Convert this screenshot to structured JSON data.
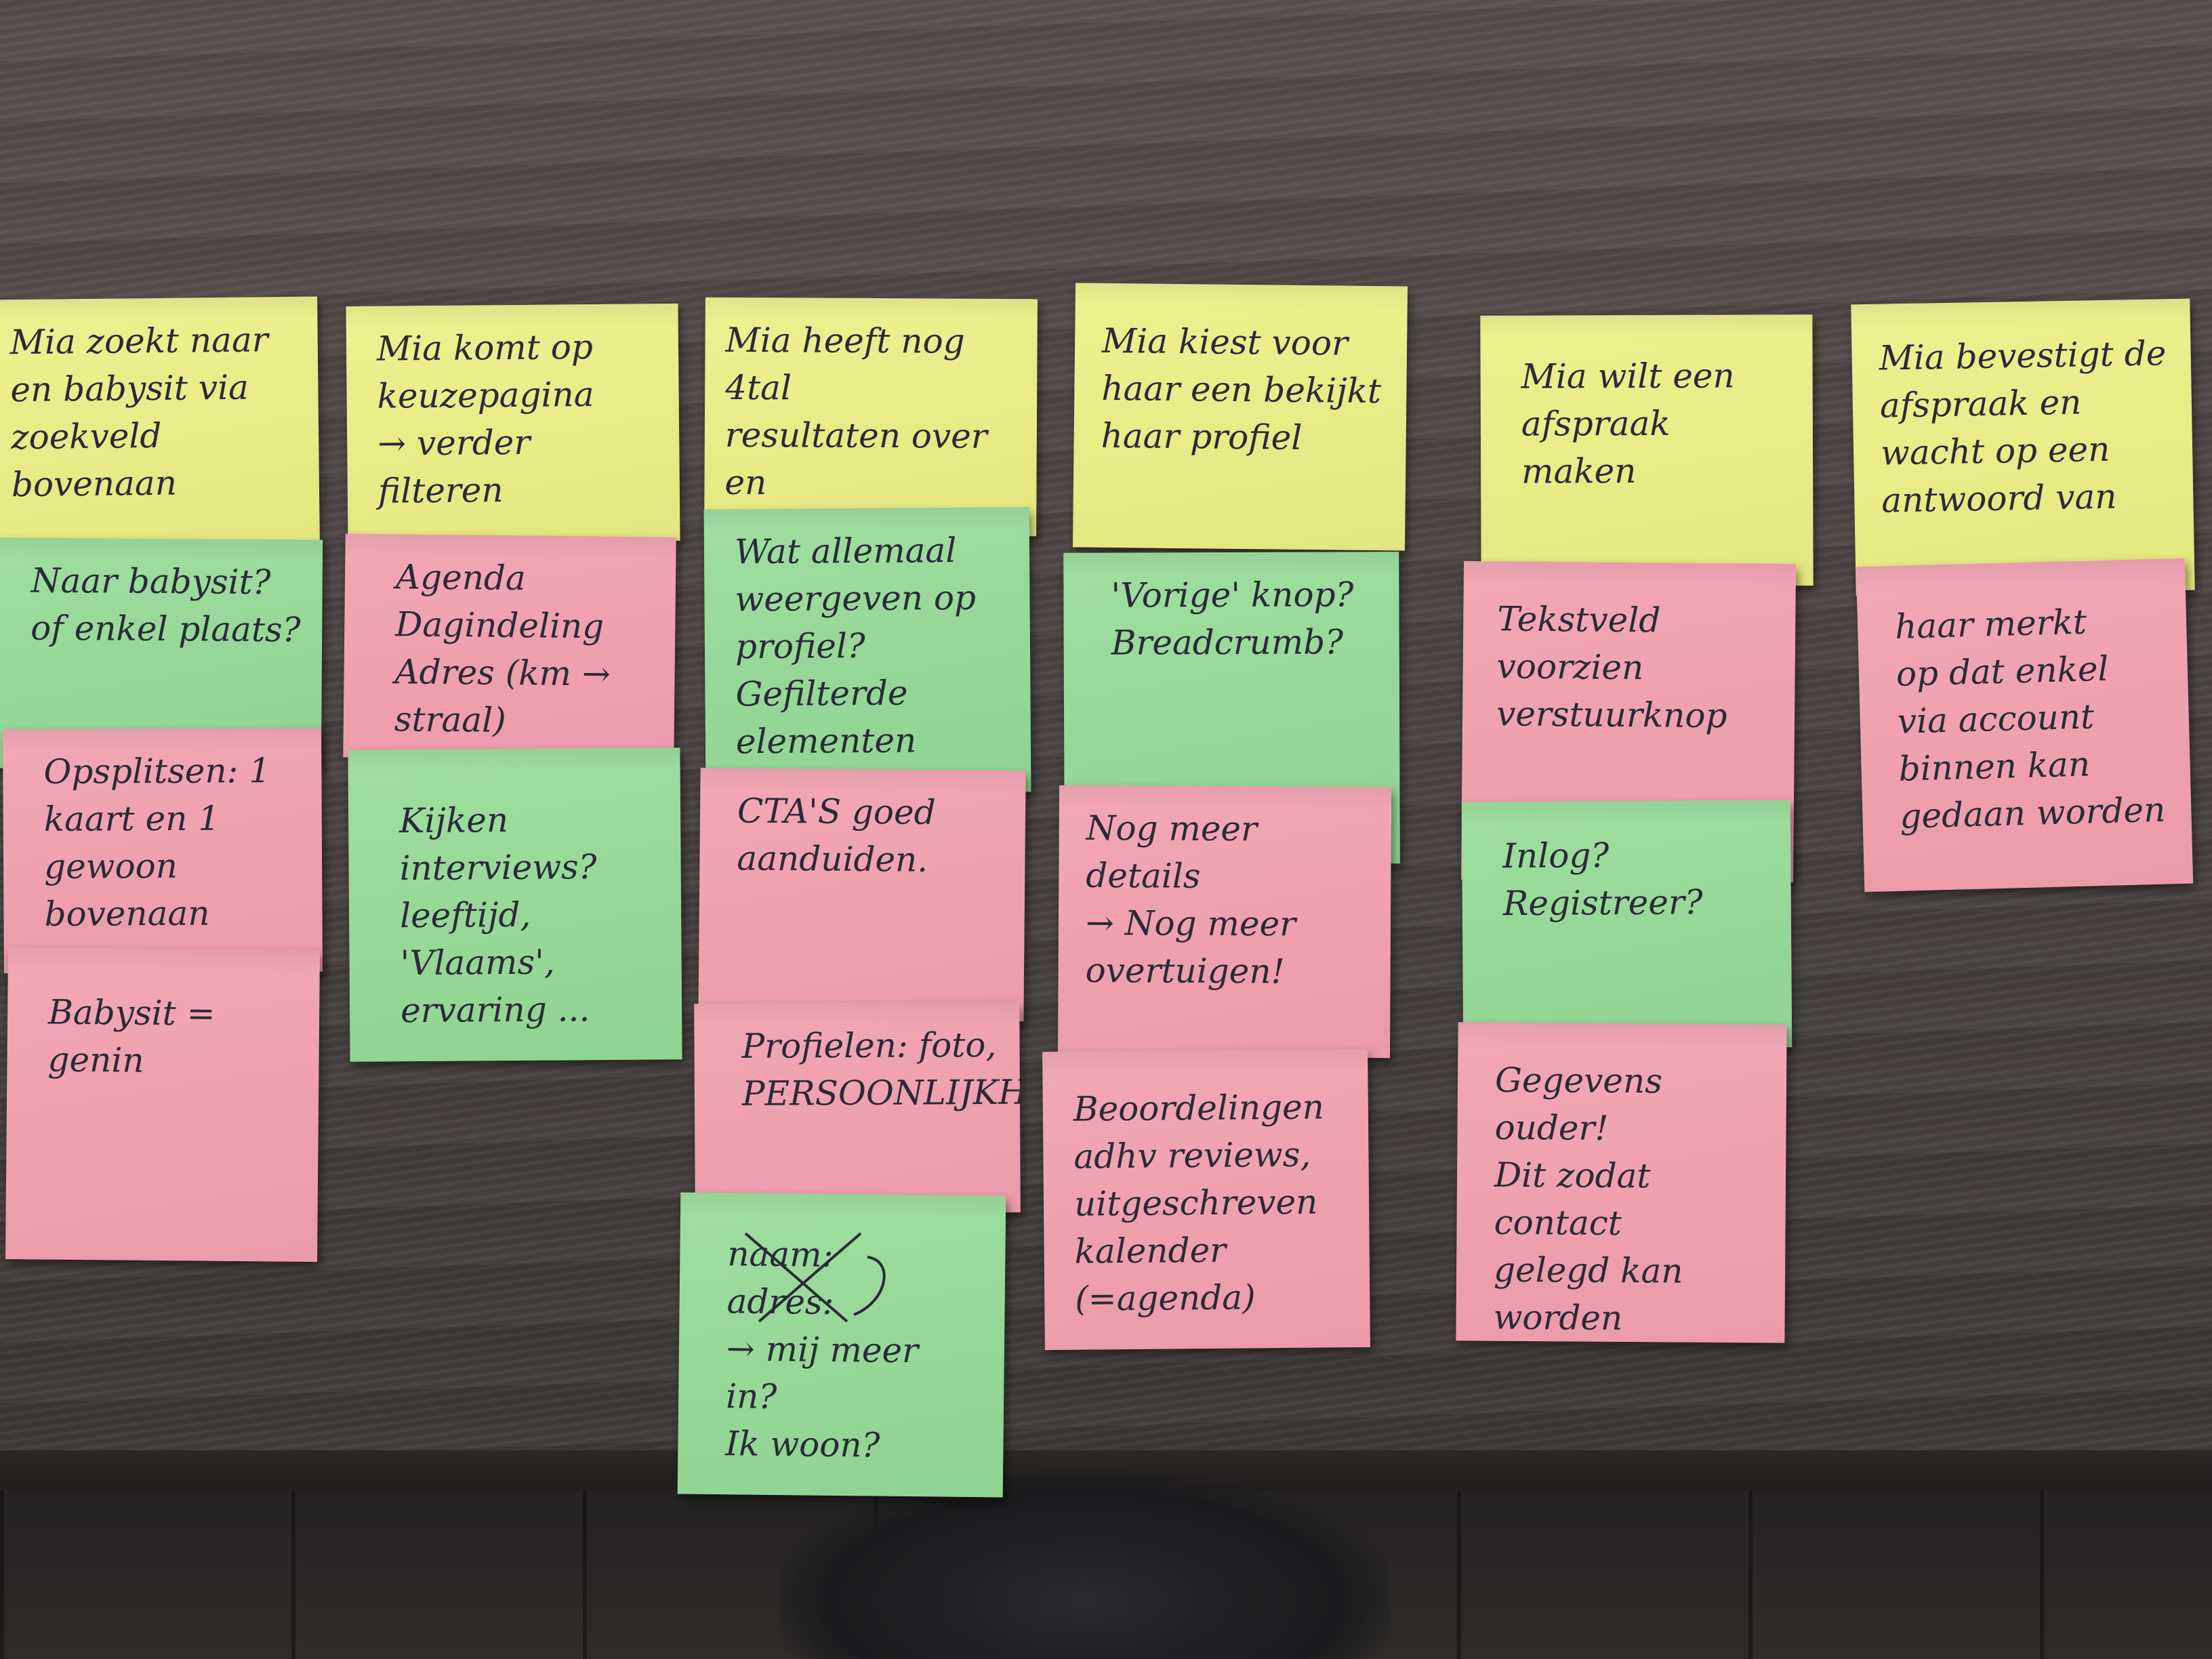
{
  "colors": {
    "table": "#4a4341",
    "note_yellow": "#e8ea86",
    "note_pink": "#ef9fae",
    "note_green": "#96d898",
    "ink": "#2a2a38"
  },
  "columns": [
    {
      "notes": [
        {
          "color": "yellow",
          "text": "Mia zoekt naar\nen babysit via\nzoekveld bovenaan"
        },
        {
          "color": "green",
          "text": "Naar babysit?\nof enkel plaats?"
        },
        {
          "color": "pink",
          "text": "Opsplitsen: 1\nkaart en 1\ngewoon bovenaan"
        },
        {
          "color": "pink",
          "text": "Babysit = genin"
        }
      ]
    },
    {
      "notes": [
        {
          "color": "yellow",
          "text": "Mia komt op\nkeuzepagina\n→ verder filteren"
        },
        {
          "color": "pink",
          "text": "Agenda\nDagindeling\nAdres (km → straal)"
        },
        {
          "color": "green",
          "text": "Kijken interviews?\nleeftijd, 'Vlaams',\nervaring ..."
        }
      ]
    },
    {
      "notes": [
        {
          "color": "yellow",
          "text": "Mia heeft nog 4tal\nresultaten over en\nmoet iemand kiezen"
        },
        {
          "color": "green",
          "text": "Wat allemaal\nweergeven op\nprofiel?\nGefilterde elementen\nzeker?"
        },
        {
          "color": "pink",
          "text": "CTA'S goed\naanduiden."
        },
        {
          "color": "pink",
          "text": "Profielen: foto,\nPERSOONLIJKHEID"
        },
        {
          "color": "green",
          "text": "naam:\nadres:\n→ mij meer\nin?\nIk woon?"
        }
      ]
    },
    {
      "notes": [
        {
          "color": "yellow",
          "text": "Mia kiest voor\nhaar een bekijkt\nhaar profiel"
        },
        {
          "color": "green",
          "text": "'Vorige' knop?\nBreadcrumb?"
        },
        {
          "color": "pink",
          "text": "Nog meer details\n→ Nog meer\novertuigen!"
        },
        {
          "color": "pink",
          "text": "Beoordelingen\nadhv reviews,\nuitgeschreven\nkalender (=agenda)"
        }
      ]
    },
    {
      "notes": [
        {
          "color": "yellow",
          "text": "Mia wilt een\nafspraak maken"
        },
        {
          "color": "pink",
          "text": "Tekstveld voorzien\nverstuurknop"
        },
        {
          "color": "green",
          "text": "Inlog?\nRegistreer?"
        },
        {
          "color": "pink",
          "text": "Gegevens ouder!\nDit zodat contact\ngelegd kan worden"
        }
      ]
    },
    {
      "notes": [
        {
          "color": "yellow",
          "text": "Mia bevestigt de\nafspraak en\nwacht op een\nantwoord van"
        },
        {
          "color": "pink",
          "text": "haar merkt\nop dat enkel\nvia account\nbinnen kan\ngedaan worden"
        }
      ]
    }
  ]
}
